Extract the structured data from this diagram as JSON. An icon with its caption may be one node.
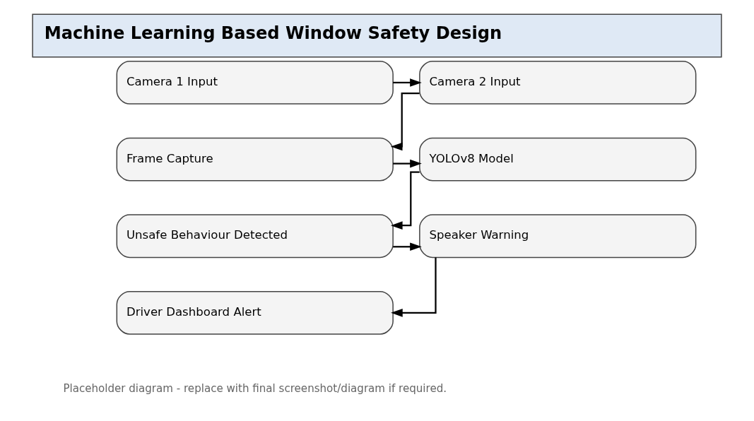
{
  "diagram": {
    "title": "Machine Learning Based Window Safety Design",
    "nodes": [
      {
        "text": [
          "Camera 1 Input"
        ]
      },
      {
        "text": [
          "Camera 2 Input"
        ]
      },
      {
        "text": [
          "Frame Capture"
        ]
      },
      {
        "text": [
          "YOLOv8 Model"
        ]
      },
      {
        "text": [
          "Unsafe Behaviour Detected"
        ]
      },
      {
        "text": [
          "Speaker Warning"
        ]
      },
      {
        "text": [
          "Driver Dashboard Alert"
        ]
      }
    ],
    "edges": [
      {
        "from": 0,
        "to": 1,
        "arrow": "to"
      },
      {
        "from": 1,
        "to": 2,
        "arrow": "to"
      },
      {
        "from": 2,
        "to": 3,
        "arrow": "to"
      },
      {
        "from": 3,
        "to": 4,
        "arrow": "to"
      },
      {
        "from": 4,
        "to": 5,
        "arrow": "to"
      },
      {
        "from": 5,
        "to": 6,
        "arrow": "to"
      }
    ],
    "labels": [
      "Placeholder diagram - replace with final screenshot/diagram if required."
    ]
  }
}
